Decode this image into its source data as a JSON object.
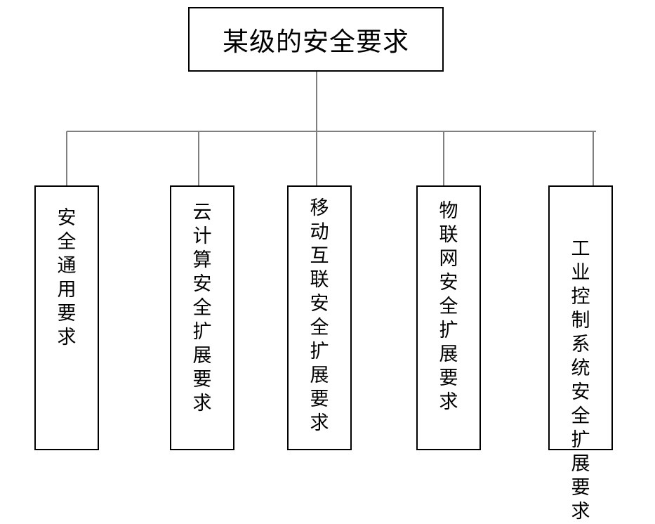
{
  "root": {
    "label": "某级的安全要求"
  },
  "children": [
    {
      "label": "安全通用要求"
    },
    {
      "label": "云计算安全扩展要求"
    },
    {
      "label": "移动互联安全扩展要求"
    },
    {
      "label": "物联网安全扩展要求"
    },
    {
      "label": "工业控制系统安全扩展要求"
    }
  ],
  "colors": {
    "box_border": "#000000",
    "connector": "#7f7f7f"
  }
}
